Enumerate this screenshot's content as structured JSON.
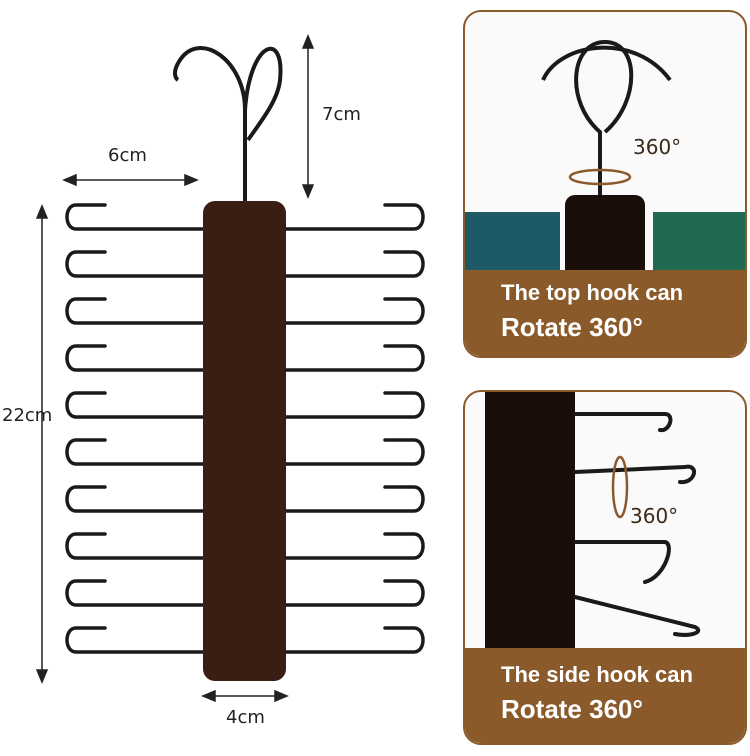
{
  "dimensions": {
    "hook_height": "7cm",
    "arm_width": "6cm",
    "total_height": "22cm",
    "body_width": "4cm"
  },
  "panel_top": {
    "line1": "The top hook can",
    "line2": "Rotate 360°",
    "rotation_label": "360°"
  },
  "panel_side": {
    "line1": "The side hook can",
    "line2": "Rotate 360°",
    "rotation_label": "360°"
  },
  "colors": {
    "accent_brown": "#8a5a2b",
    "wood": "#3a1e14",
    "metal": "#1a1a1a"
  }
}
